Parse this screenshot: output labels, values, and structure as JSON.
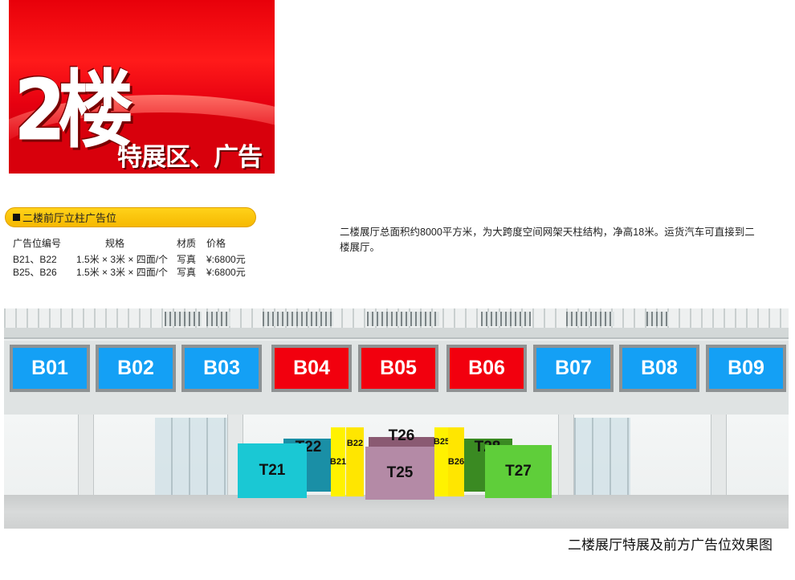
{
  "banner": {
    "floor_big": "2楼",
    "subtitle": "特展区、广告位"
  },
  "section": {
    "title": "二楼前厅立柱广告位"
  },
  "spec_table": {
    "headers": [
      "广告位编号",
      "规格",
      "材质",
      "价格"
    ],
    "rows": [
      [
        "B21、B22",
        "1.5米 × 3米 × 四面/个",
        "写真",
        "¥:6800元"
      ],
      [
        "B25、B26",
        "1.5米 × 3米 × 四面/个",
        "写真",
        "¥:6800元"
      ]
    ]
  },
  "intro": {
    "text": "二楼展厅总面积约8000平方米，为大跨度空间网架天柱结构，净高18米。运货汽车可直接到二楼展厅。"
  },
  "colors": {
    "board_blue": "#14a0f5",
    "board_red": "#f2000e",
    "pillar_yellow": "#fff200",
    "T21": "#1ac8d4",
    "T22": "#1a8fa6",
    "T25": "#b48aa6",
    "T26": "#8a5a72",
    "T27": "#5fce3a",
    "T28": "#3a8a22"
  },
  "boards": [
    {
      "label": "B01",
      "color": "blue"
    },
    {
      "label": "B02",
      "color": "blue"
    },
    {
      "label": "B03",
      "color": "blue"
    },
    {
      "label": "B04",
      "color": "red"
    },
    {
      "label": "B05",
      "color": "red"
    },
    {
      "label": "B06",
      "color": "red"
    },
    {
      "label": "B07",
      "color": "blue"
    },
    {
      "label": "B08",
      "color": "blue"
    },
    {
      "label": "B09",
      "color": "blue"
    }
  ],
  "booths": {
    "T21": "T21",
    "T22": "T22",
    "T25": "T25",
    "T26": "T26",
    "T27": "T27",
    "T28": "T28"
  },
  "pillars": {
    "B21": "B21",
    "B22": "B22",
    "B25": "B25",
    "B26": "B26"
  },
  "caption": "二楼展厅特展及前方广告位效果图"
}
